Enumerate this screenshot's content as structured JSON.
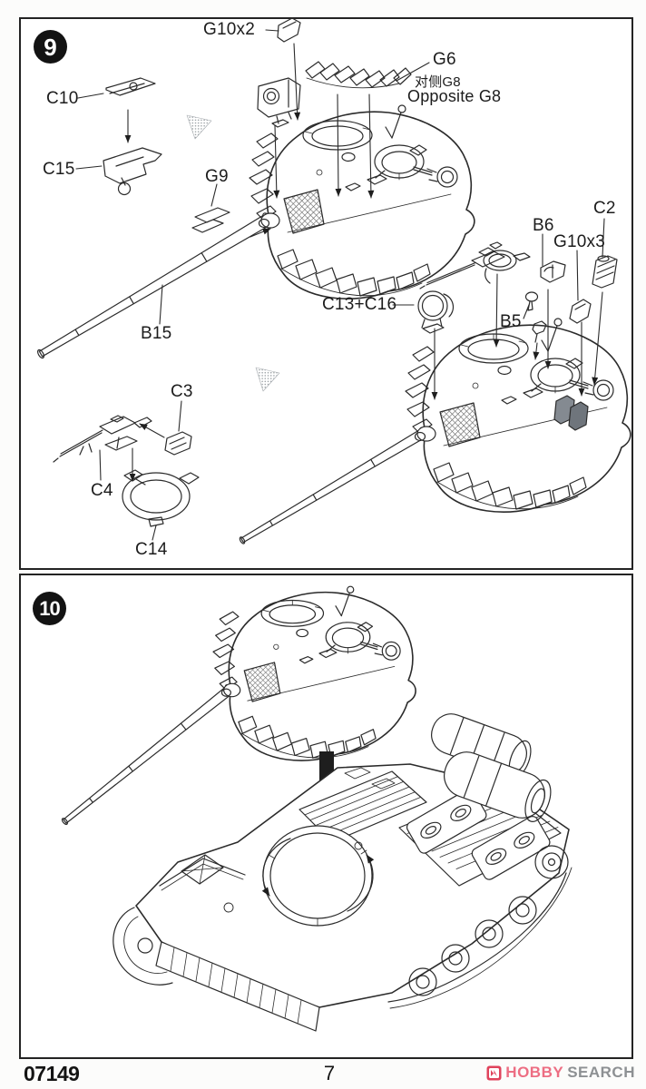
{
  "steps": {
    "step9": {
      "badge": "9",
      "labels": {
        "g10x2": "G10x2",
        "g6": "G6",
        "g6_note_cn": "对侧G8",
        "g6_note_en": "Opposite G8",
        "c10": "C10",
        "c15": "C15",
        "g9": "G9",
        "b15": "B15",
        "c13_c16": "C13+C16",
        "b6": "B6",
        "c2": "C2",
        "g10x3": "G10x3",
        "b5": "B5",
        "c3": "C3",
        "c4": "C4",
        "c14": "C14"
      }
    },
    "step10": {
      "badge": "10"
    }
  },
  "footer": {
    "kit_number": "07149",
    "page_number": "7",
    "logo": {
      "icon": "hobby-search-flame-icon",
      "brand_primary": "HOBBY",
      "brand_secondary": "SEARCH"
    }
  },
  "colors": {
    "line": "#2b2b2b",
    "panel_border": "#232323",
    "badge_bg": "#131313",
    "logo_pink": "#ed6e83",
    "logo_red": "#e0435c",
    "logo_gray": "#8d9093",
    "shaded_part": "#848a91",
    "halftone": "#a8adb1"
  }
}
